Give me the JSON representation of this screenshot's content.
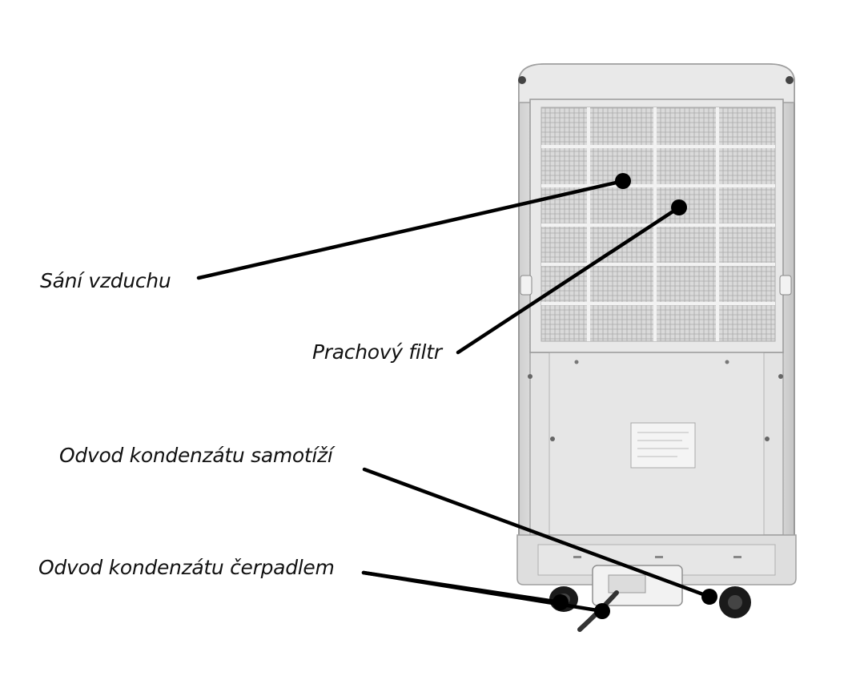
{
  "callouts": [
    {
      "id": "air-intake",
      "label": "Sání vzduchu"
    },
    {
      "id": "dust-filter",
      "label": "Prachový filtr"
    },
    {
      "id": "condensate-gravity",
      "label": "Odvod kondenzátu samotíží"
    },
    {
      "id": "condensate-pump",
      "label": "Odvod kondenzátu čerpadlem"
    }
  ],
  "colors": {
    "background": "#ffffff",
    "device_body": "#dcdcdc",
    "device_shadow": "#b8b8b8",
    "filter_mesh": "#c8c8c8",
    "leader_line": "#000000",
    "wheels": "#1a1a1a"
  }
}
